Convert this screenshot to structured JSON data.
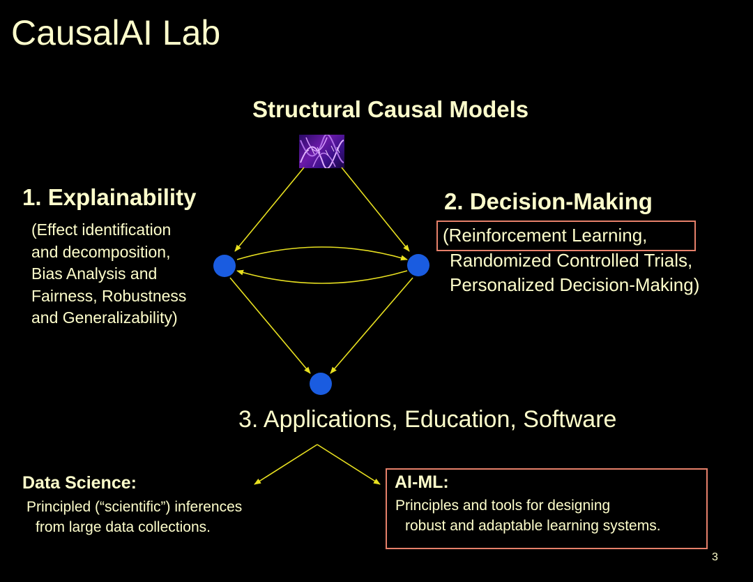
{
  "slide": {
    "title": "CausalAI Lab",
    "page_number": "3"
  },
  "scm": {
    "heading": "Structural Causal Models",
    "icon": "dna-icon"
  },
  "explainability": {
    "heading": "1. Explainability",
    "lines": [
      "(Effect identification",
      "and decomposition,",
      "Bias Analysis and",
      "Fairness, Robustness",
      "and Generalizability)"
    ]
  },
  "decision_making": {
    "heading": "2. Decision-Making",
    "lines": [
      "(Reinforcement Learning,",
      "Randomized Controlled Trials,",
      "Personalized Decision-Making)"
    ]
  },
  "applications": {
    "heading": "3. Applications, Education, Software"
  },
  "data_science": {
    "heading": "Data Science:",
    "lines": [
      "Principled (“scientific”) inferences",
      "from large data collections."
    ]
  },
  "ai_ml": {
    "heading": "AI-ML:",
    "lines": [
      "Principles and tools for designing",
      "robust and adaptable learning systems."
    ]
  },
  "colors": {
    "background": "#000000",
    "text": "#ffffcc",
    "arrow": "#e8e020",
    "node": "#1a5ce0",
    "highlight_box": "#e6806a"
  }
}
